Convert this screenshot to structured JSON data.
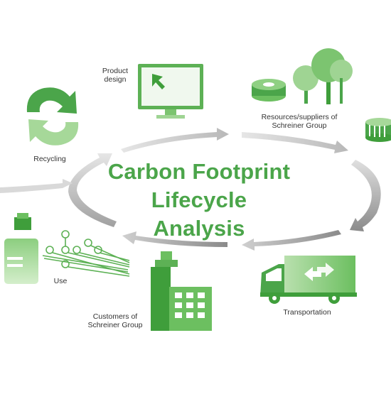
{
  "title": {
    "line1": "Carbon Footprint",
    "line2": "Lifecycle Analysis"
  },
  "stages": {
    "product_design": {
      "line1": "Product",
      "line2": "design",
      "icon": "monitor-cursor-icon"
    },
    "resources": {
      "line1": "Resources/suppliers of",
      "line2": "Schreiner Group",
      "icon": "trees-and-rolls-icon"
    },
    "transportation": {
      "line1": "Transportation",
      "icon": "truck-icon"
    },
    "customers": {
      "line1": "Customers of",
      "line2": "Schreiner Group",
      "icon": "buildings-icon"
    },
    "use": {
      "line1": "Use",
      "icon": "bottle-circuit-icon"
    },
    "recycling": {
      "line1": "Recycling",
      "icon": "recycle-arrows-icon"
    }
  },
  "colors": {
    "green_dark": "#3f9e3b",
    "green_mid": "#7cc470",
    "green_light": "#c9e8c0",
    "arrow_gray_dark": "#8c8c8c",
    "arrow_gray_light": "#e0e0e0"
  }
}
